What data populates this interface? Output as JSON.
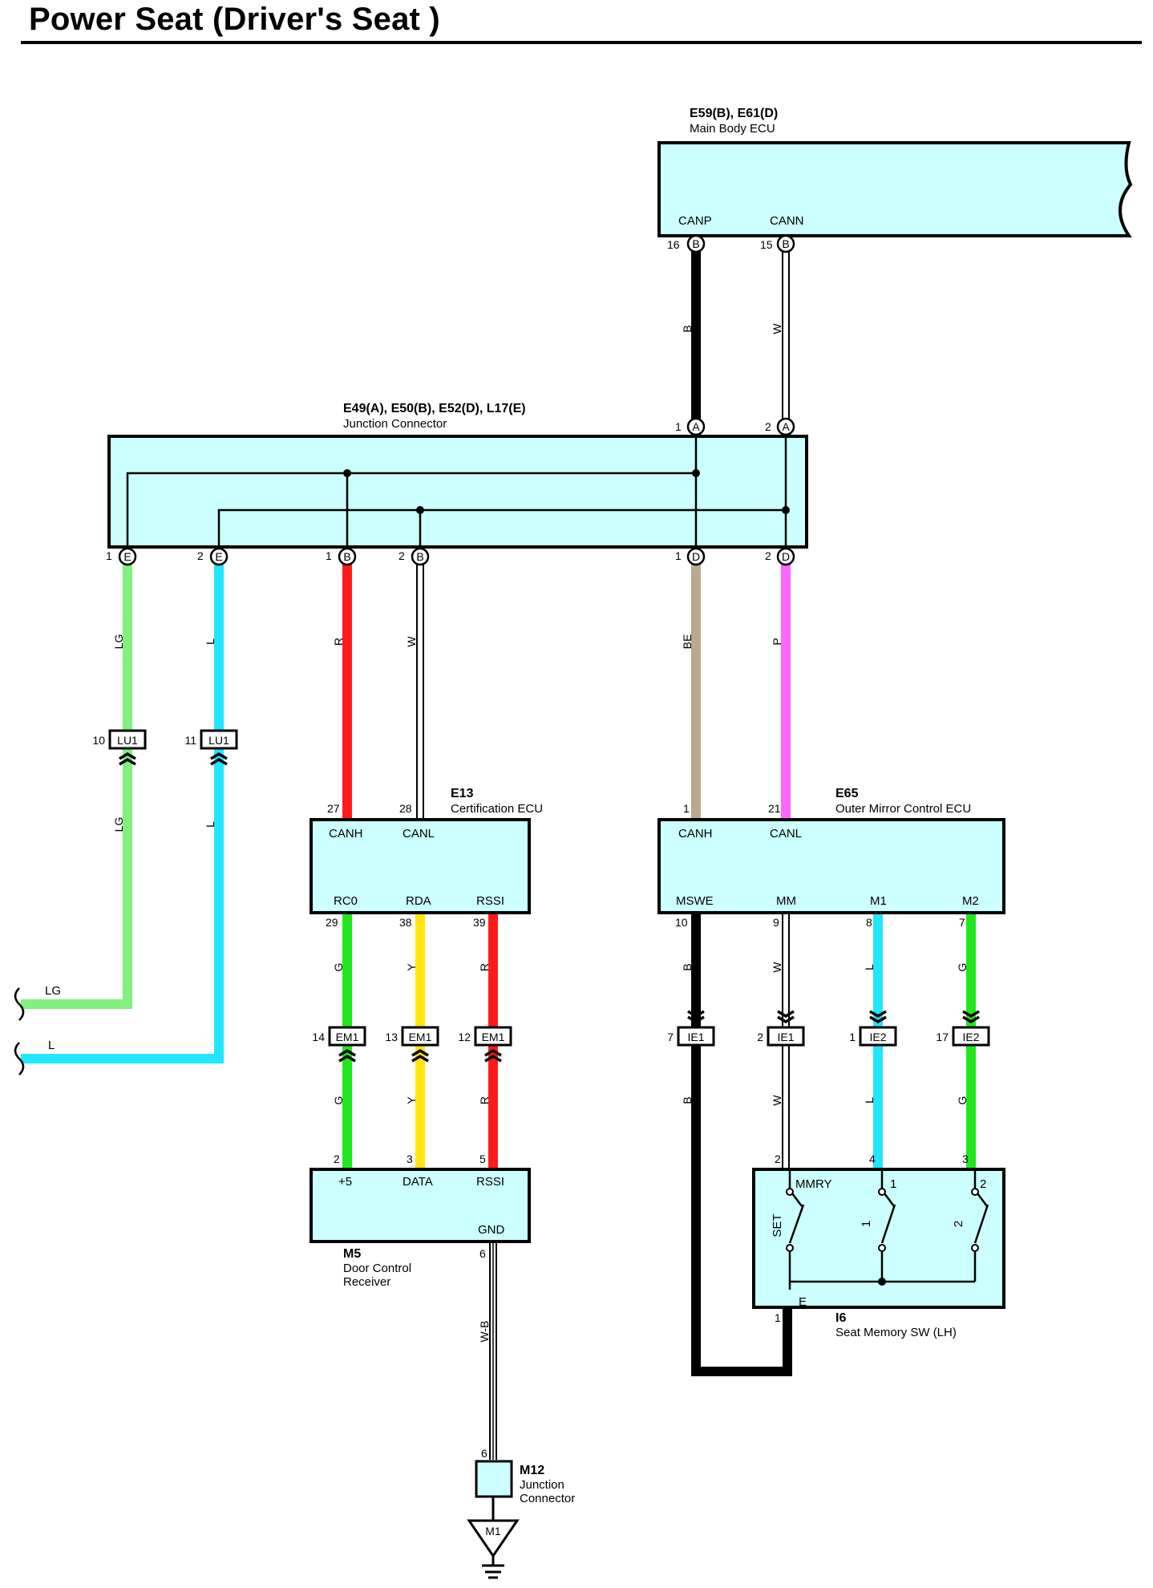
{
  "title": "Power Seat (Driver's Seat )",
  "components": {
    "main_body_ecu": {
      "ref": "E59(B), E61(D)",
      "name": "Main Body ECU",
      "pins": [
        {
          "label": "CANP",
          "num": "16",
          "conn": "B"
        },
        {
          "label": "CANN",
          "num": "15",
          "conn": "B"
        }
      ]
    },
    "junction_connector": {
      "ref": "E49(A), E50(B), E52(D), L17(E)",
      "name": "Junction Connector",
      "top_pins": [
        {
          "num": "1",
          "conn": "A"
        },
        {
          "num": "2",
          "conn": "A"
        }
      ],
      "bottom_pins": [
        {
          "num": "1",
          "conn": "E"
        },
        {
          "num": "2",
          "conn": "E"
        },
        {
          "num": "1",
          "conn": "B"
        },
        {
          "num": "2",
          "conn": "B"
        },
        {
          "num": "1",
          "conn": "D"
        },
        {
          "num": "2",
          "conn": "D"
        }
      ]
    },
    "certification_ecu": {
      "ref": "E13",
      "name": "Certification ECU",
      "top_pins": [
        {
          "num": "27",
          "label": "CANH"
        },
        {
          "num": "28",
          "label": "CANL"
        }
      ],
      "bottom_pins": [
        {
          "num": "29",
          "label": "RC0"
        },
        {
          "num": "38",
          "label": "RDA"
        },
        {
          "num": "39",
          "label": "RSSI"
        }
      ]
    },
    "outer_mirror_ecu": {
      "ref": "E65",
      "name": "Outer Mirror Control ECU",
      "top_pins": [
        {
          "num": "1",
          "label": "CANH"
        },
        {
          "num": "21",
          "label": "CANL"
        }
      ],
      "bottom_pins": [
        {
          "num": "10",
          "label": "MSWE"
        },
        {
          "num": "9",
          "label": "MM"
        },
        {
          "num": "8",
          "label": "M1"
        },
        {
          "num": "7",
          "label": "M2"
        }
      ]
    },
    "door_control_receiver": {
      "ref": "M5",
      "name_line1": "Door Control",
      "name_line2": "Receiver",
      "top_pins": [
        {
          "num": "2",
          "label": "+5"
        },
        {
          "num": "3",
          "label": "DATA"
        },
        {
          "num": "5",
          "label": "RSSI"
        }
      ],
      "bottom_pin": {
        "num": "6",
        "label": "GND"
      }
    },
    "seat_memory_sw": {
      "ref": "I6",
      "name": "Seat Memory SW (LH)",
      "top_pins": [
        {
          "num": "2",
          "label": "MMRY"
        },
        {
          "num": "4",
          "label": "1"
        },
        {
          "num": "3",
          "label": "2"
        }
      ],
      "switch_labels": [
        "SET",
        "1",
        "2"
      ],
      "bottom_pin": {
        "num": "1",
        "label": "E"
      }
    },
    "junction_connector_m12": {
      "ref": "M12",
      "name_line1": "Junction",
      "name_line2": "Connector",
      "pin": "6"
    },
    "ground": {
      "label": "M1"
    }
  },
  "inline_connectors": [
    {
      "num": "10",
      "name": "LU1"
    },
    {
      "num": "11",
      "name": "LU1"
    },
    {
      "num": "14",
      "name": "EM1"
    },
    {
      "num": "13",
      "name": "EM1"
    },
    {
      "num": "12",
      "name": "EM1"
    },
    {
      "num": "7",
      "name": "IE1"
    },
    {
      "num": "2",
      "name": "IE1"
    },
    {
      "num": "1",
      "name": "IE2"
    },
    {
      "num": "17",
      "name": "IE2"
    }
  ],
  "wires": {
    "can_p_top": {
      "code": "B",
      "color": "#000000"
    },
    "can_n_top": {
      "code": "W",
      "color": "#ffffff"
    },
    "lg": {
      "code": "LG",
      "color": "#80f080"
    },
    "l": {
      "code": "L",
      "color": "#22e5ff"
    },
    "r": {
      "code": "R",
      "color": "#ff1a1a"
    },
    "w": {
      "code": "W",
      "color": "#ffffff"
    },
    "be": {
      "code": "BE",
      "color": "#baa890"
    },
    "p": {
      "code": "P",
      "color": "#ff66ff"
    },
    "g": {
      "code": "G",
      "color": "#1fe81f"
    },
    "y": {
      "code": "Y",
      "color": "#ffe60d"
    },
    "wb": {
      "code": "W-B",
      "color": "#ffffff"
    }
  },
  "off_page": {
    "lg_label": "LG",
    "l_label": "L"
  }
}
